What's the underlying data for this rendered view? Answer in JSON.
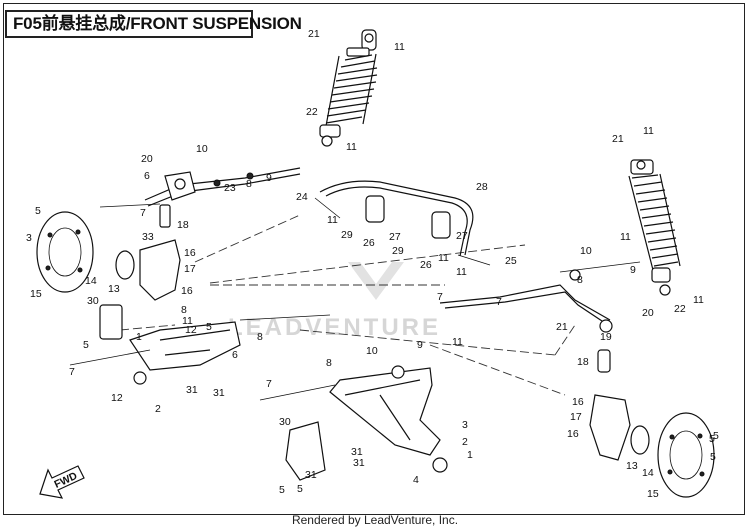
{
  "title": "F05前悬挂总成/FRONT SUSPENSION",
  "footer": "Rendered by LeadVenture, Inc.",
  "watermark": "LEADVENTURE",
  "direction_arrow": "FWD",
  "callouts": [
    "21",
    "11",
    "22",
    "11",
    "21",
    "11",
    "10",
    "20",
    "23",
    "8",
    "9",
    "6",
    "7",
    "5",
    "18",
    "24",
    "28",
    "11",
    "29",
    "26",
    "27",
    "29",
    "27",
    "11",
    "26",
    "11",
    "25",
    "33",
    "16",
    "17",
    "16",
    "3",
    "14",
    "13",
    "15",
    "12",
    "10",
    "8",
    "9",
    "7",
    "11",
    "21",
    "20",
    "19",
    "22",
    "11",
    "30",
    "8",
    "11",
    "5",
    "7",
    "8",
    "5",
    "1",
    "2",
    "6",
    "31",
    "31",
    "12",
    "8",
    "7",
    "10",
    "11",
    "18",
    "9",
    "7",
    "30",
    "3",
    "2",
    "1",
    "4",
    "31",
    "31",
    "5",
    "31",
    "5",
    "16",
    "17",
    "16",
    "5",
    "13",
    "14",
    "15",
    "5",
    "5"
  ]
}
